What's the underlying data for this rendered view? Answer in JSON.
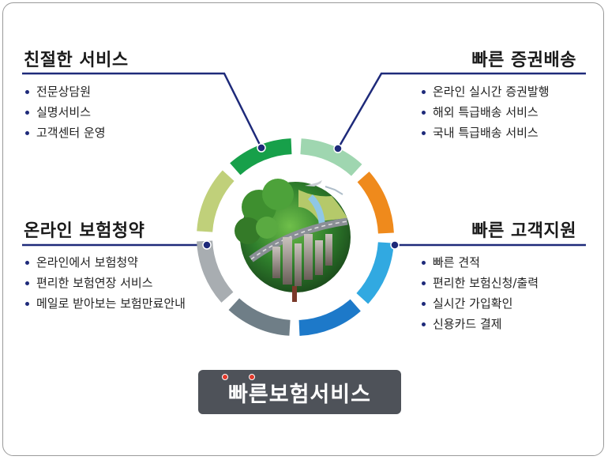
{
  "sections": {
    "friendly": {
      "title": "친절한 서비스",
      "items": [
        "전문상담원",
        "실명서비스",
        "고객센터 운영"
      ]
    },
    "delivery": {
      "title": "빠른 증권배송",
      "items": [
        "온라인 실시간 증권발행",
        "해외 특급배송 서비스",
        "국내 특급배송 서비스"
      ]
    },
    "online": {
      "title": "온라인 보험청약",
      "items": [
        "온라인에서 보험청약",
        "편리한 보험연장 서비스",
        "메일로 받아보는 보험만료안내"
      ]
    },
    "support": {
      "title": "빠른 고객지원",
      "items": [
        "빠른 견적",
        "편리한 보험신청/출력",
        "실시간 가입확인",
        "신용카드 결제"
      ]
    }
  },
  "footer": {
    "label": "빠른보험서비스"
  },
  "colors": {
    "line": "#1e2a7a",
    "ring": [
      "#17a04a",
      "#9fd6b0",
      "#ef8a1c",
      "#31a9e1",
      "#1d79c9",
      "#6f7e87",
      "#a8adb1",
      "#c0d07a"
    ],
    "accent_dot": "#e23a2d",
    "footer_bg": "#4e5259"
  },
  "globe": {
    "image": "earth-city-icon"
  }
}
